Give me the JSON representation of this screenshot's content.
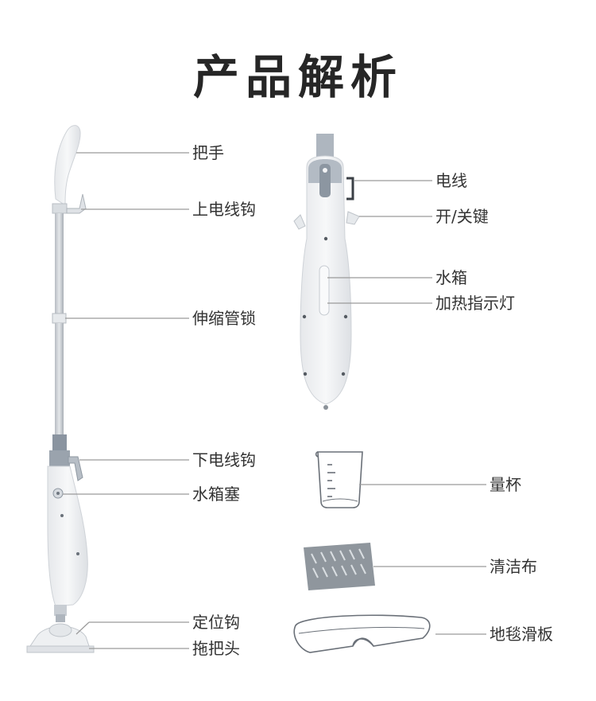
{
  "title": "产品解析",
  "labels": {
    "handle": "把手",
    "upper_cord_hook": "上电线钩",
    "telescopic_lock": "伸缩管锁",
    "lower_cord_hook": "下电线钩",
    "tank_plug": "水箱塞",
    "positioning_hook": "定位钩",
    "mop_head": "拖把头",
    "power_cord": "电线",
    "power_switch": "开/关键",
    "water_tank": "水箱",
    "heat_indicator": "加热指示灯",
    "measuring_cup": "量杯",
    "cleaning_cloth": "清洁布",
    "carpet_glider": "地毯滑板"
  },
  "colors": {
    "body": "#f3f4f6",
    "outline": "#c9cdd2",
    "accent": "#8a9199",
    "text": "#333333",
    "line": "#9a9a9a"
  }
}
